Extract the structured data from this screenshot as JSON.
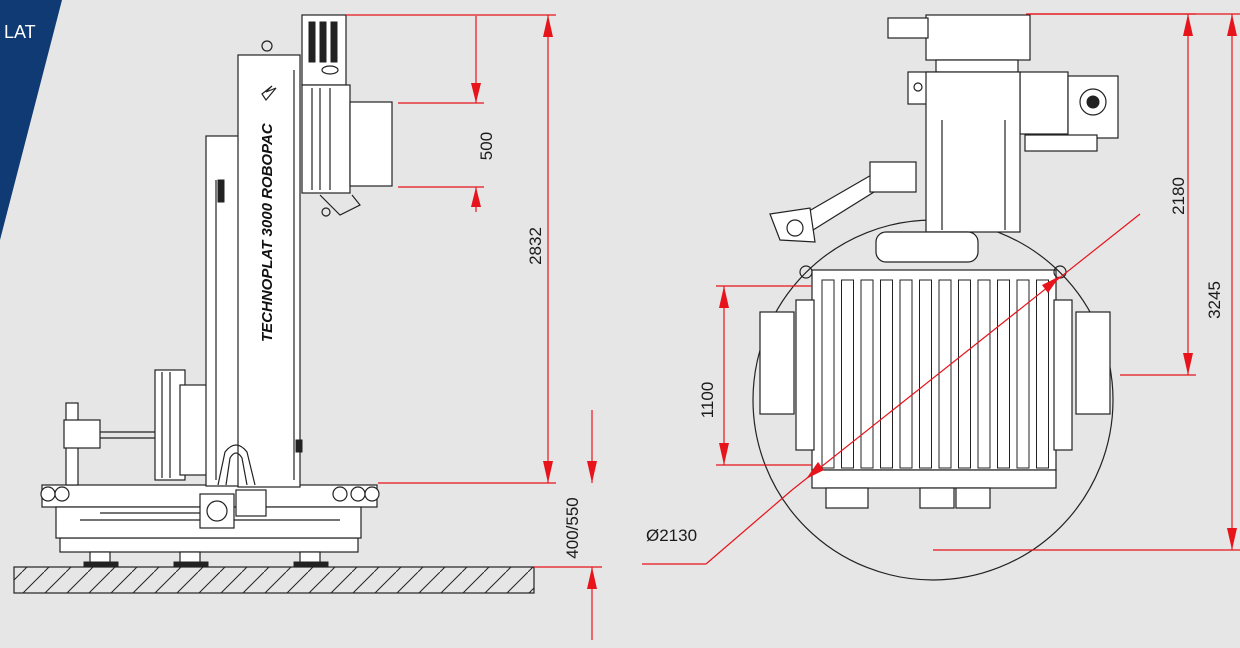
{
  "banner": {
    "text": "LAT",
    "color": "#0f3a73"
  },
  "colors": {
    "dimension": "#e8141b",
    "machine": "#222222",
    "background": "#e6e6e6"
  },
  "side_view": {
    "brand_label": "TECHNOPLAT 3000 ROBOPAC",
    "dims": {
      "carriage": "500",
      "mast_height": "2832",
      "base_height": "400/550"
    }
  },
  "top_view": {
    "dims": {
      "depth": "2180",
      "overall_height": "3245",
      "pallet": "1100",
      "diameter": "Ø2130"
    }
  }
}
